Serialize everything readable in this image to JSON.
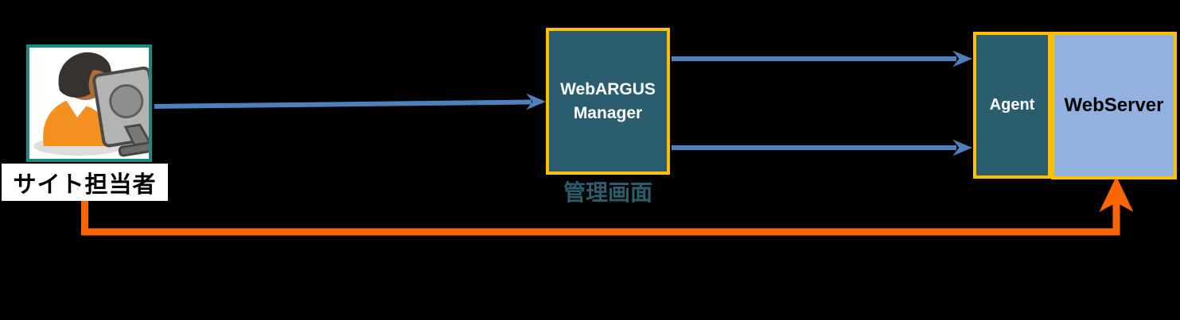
{
  "colors": {
    "background": "#000000",
    "node_teal": "#2A5E6E",
    "node_border_gold": "#FFC000",
    "webserver_blue": "#92B1DE",
    "arrow_blue": "#4E80BE",
    "arrow_orange": "#FB6602",
    "actor_border_teal": "#1A8A80",
    "caption_teal": "#2A5E6E",
    "label_bg": "#FFFFFF",
    "label_text": "#000000"
  },
  "actor": {
    "label": "サイト担当者",
    "icon": "person-at-computer-icon"
  },
  "nodes": {
    "manager": {
      "title_line1": "WebARGUS",
      "title_line2": "Manager",
      "caption": "管理画面"
    },
    "agent": {
      "label": "Agent"
    },
    "webserver": {
      "label": "WebServer"
    }
  },
  "connectors": [
    {
      "id": "user-to-manager",
      "style": "blue-arrow",
      "from": "actor",
      "to": "manager"
    },
    {
      "id": "manager-to-agent-top",
      "style": "blue-arrow",
      "from": "manager",
      "to": "agent"
    },
    {
      "id": "manager-to-agent-bottom",
      "style": "blue-arrow",
      "from": "manager",
      "to": "agent"
    },
    {
      "id": "user-to-webserver",
      "style": "orange-arrow",
      "from": "actor",
      "to": "webserver"
    }
  ]
}
